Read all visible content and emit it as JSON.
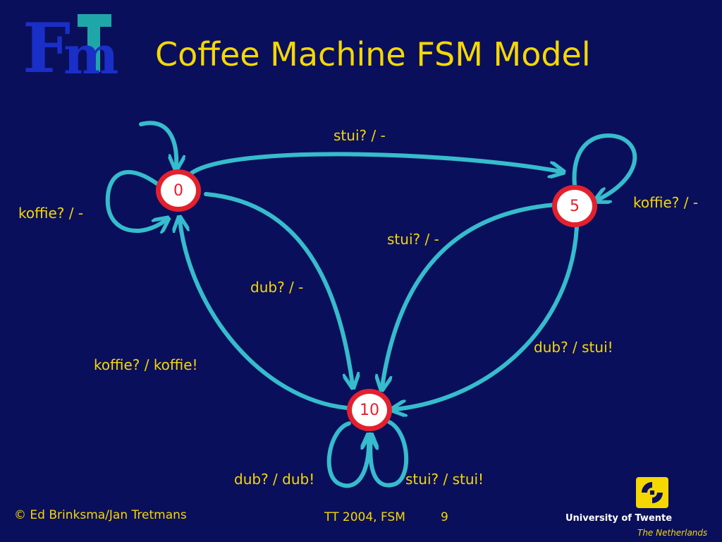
{
  "slide": {
    "title": "Coffee Machine FSM Model"
  },
  "logo": {
    "icon": "fmt-logo-icon",
    "letters": "FMT"
  },
  "states": [
    {
      "id": "s0",
      "label": "0"
    },
    {
      "id": "s5",
      "label": "5"
    },
    {
      "id": "s10",
      "label": "10"
    }
  ],
  "edges": {
    "s0_to_s5": "stui? / -",
    "s0_self": "koffie? / -",
    "s5_self": "koffie? / -",
    "s5_to_s10": "stui? / -",
    "s0_to_s10": "dub? / -",
    "s5_to_s10_dub": "dub? / stui!",
    "s10_to_s0": "koffie? / koffie!",
    "s10_self_dub": "dub? / dub!",
    "s10_self_stui": "stui? / stui!"
  },
  "footer": {
    "copyright": "© Ed Brinksma/Jan Tretmans",
    "course": "TT 2004, FSM",
    "page": "9",
    "university": "University of Twente",
    "country": "The Netherlands"
  },
  "colors": {
    "background": "#0a0f5c",
    "title": "#f5d800",
    "edge": "#36bccc",
    "state_border": "#e3212e",
    "state_fill": "#ffffff"
  }
}
